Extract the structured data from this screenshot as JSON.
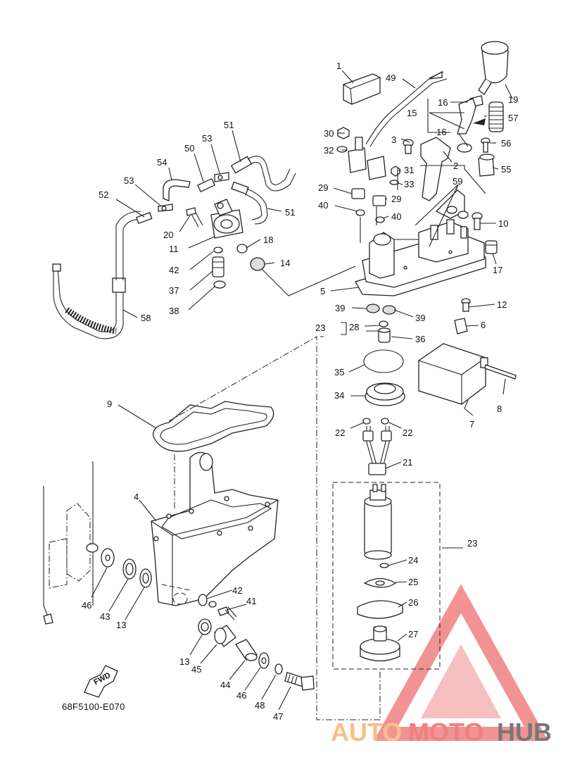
{
  "diagram_code": "68F5100-E070",
  "fwd_label": "FWD",
  "watermark": {
    "part1": "AUTO",
    "part2": "MOTO",
    "part3": "HUB",
    "color_light": "#f5c08a",
    "color_red": "#f08080",
    "color_grey": "#777777"
  },
  "callouts": [
    "1",
    "2",
    "3",
    "4",
    "5",
    "6",
    "7",
    "8",
    "9",
    "10",
    "11",
    "12",
    "13",
    "13",
    "14",
    "15",
    "16",
    "16",
    "17",
    "18",
    "19",
    "20",
    "21",
    "22",
    "22",
    "23",
    "23",
    "24",
    "25",
    "26",
    "27",
    "28",
    "29",
    "29",
    "30",
    "31",
    "32",
    "33",
    "34",
    "35",
    "36",
    "37",
    "38",
    "39",
    "39",
    "40",
    "40",
    "41",
    "42",
    "42",
    "43",
    "44",
    "45",
    "46",
    "46",
    "47",
    "48",
    "49",
    "50",
    "51",
    "51",
    "52",
    "53",
    "53",
    "54",
    "55",
    "56",
    "57",
    "58",
    "59"
  ]
}
